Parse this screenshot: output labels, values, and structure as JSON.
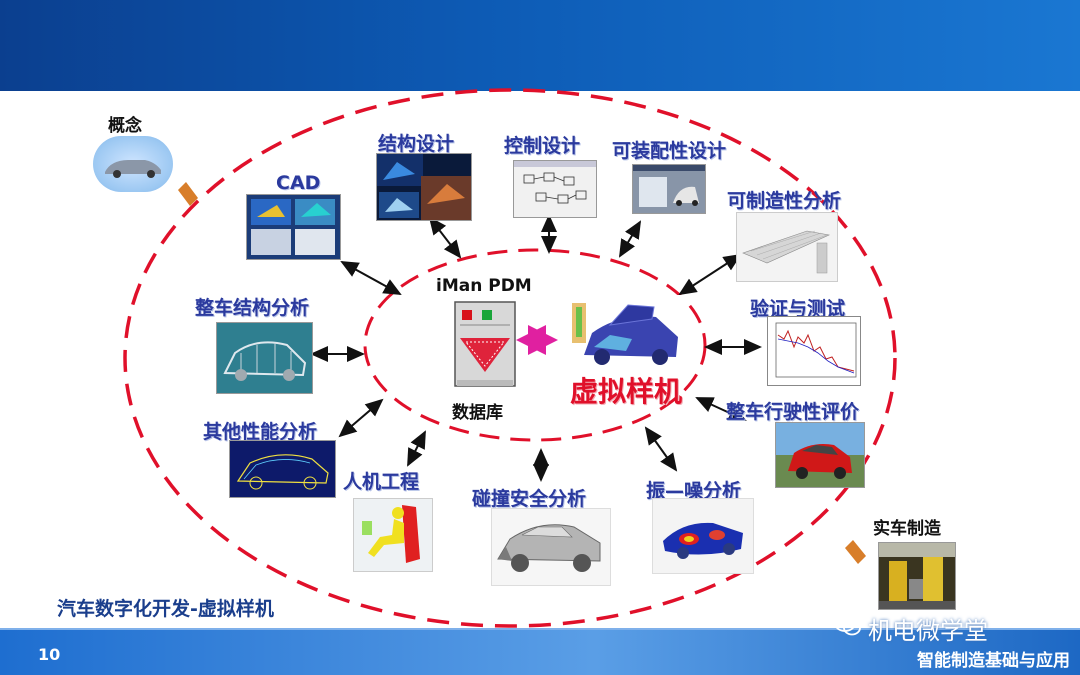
{
  "slide": {
    "page_number": "10",
    "caption": "汽车数字化开发-虚拟样机",
    "brand": "智能制造基础与应用",
    "watermark": "机电微学堂"
  },
  "concept": {
    "label": "概念"
  },
  "production": {
    "label": "实车制造"
  },
  "center": {
    "pdm_label": "iMan PDM",
    "db_label": "数据库",
    "virtual_prototype_label": "虚拟样机"
  },
  "nodes": {
    "cad": "CAD",
    "structure_design": "结构设计",
    "control_design": "控制设计",
    "assembly_design": "可装配性设计",
    "manufacturability": "可制造性分析",
    "vehicle_structure": "整车结构分析",
    "verification": "验证与测试",
    "other_performance": "其他性能分析",
    "driving_evaluation": "整车行驶性评价",
    "ergonomics": "人机工程",
    "crash_safety": "碰撞安全分析",
    "nvh": "振—噪分析"
  },
  "colors": {
    "header": "#0d5bb5",
    "label": "#2b3a9e",
    "virtual_prototype": "#e0102a",
    "ellipse_dash": "#e0102a",
    "caption": "#1a3e8c"
  }
}
